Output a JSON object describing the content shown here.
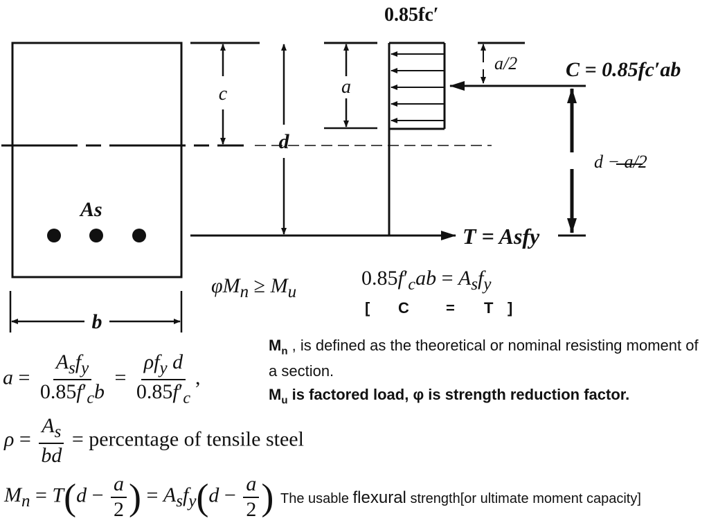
{
  "diagram": {
    "labels": {
      "stress_top": "0.85fc′",
      "depth_c": "c",
      "depth_a": "a",
      "depth_d": "d",
      "half_a": "a/2",
      "compression": "C = 0.85fc′ab",
      "lever_arm": "d − a/2",
      "steel_area": "As",
      "tension": "T = Asfy",
      "width_b": "b"
    }
  },
  "equations": {
    "phi_mn": "φMn ≥ Mu",
    "equilibrium": "0.85f′cab = Asfy",
    "equilibrium_caption": {
      "open": "[",
      "c": "C",
      "eq": "=",
      "t": "T",
      "close": "]"
    },
    "a_formula": "a = Asfy / 0.85f′cb = ρfy d / 0.85f′c ,",
    "rho_formula": "ρ = As / bd = percentage of tensile steel",
    "rho_text": "= percentage of tensile steel",
    "mn_formula": "Mn = T(d − a/2) = Asfy(d − a/2)"
  },
  "notes": {
    "mn_symbol": "M",
    "mn_sub": "n",
    "mn_text": " , is defined as the theoretical or nominal resisting moment of a section.",
    "mu_symbol": "M",
    "mu_sub": "u",
    "mu_text": " is factored load, ",
    "phi": "φ",
    "phi_text": " is strength reduction factor.",
    "usable_a": "The usable ",
    "usable_b": "flexural",
    "usable_c": " strength[or ultimate  moment capacity]"
  }
}
